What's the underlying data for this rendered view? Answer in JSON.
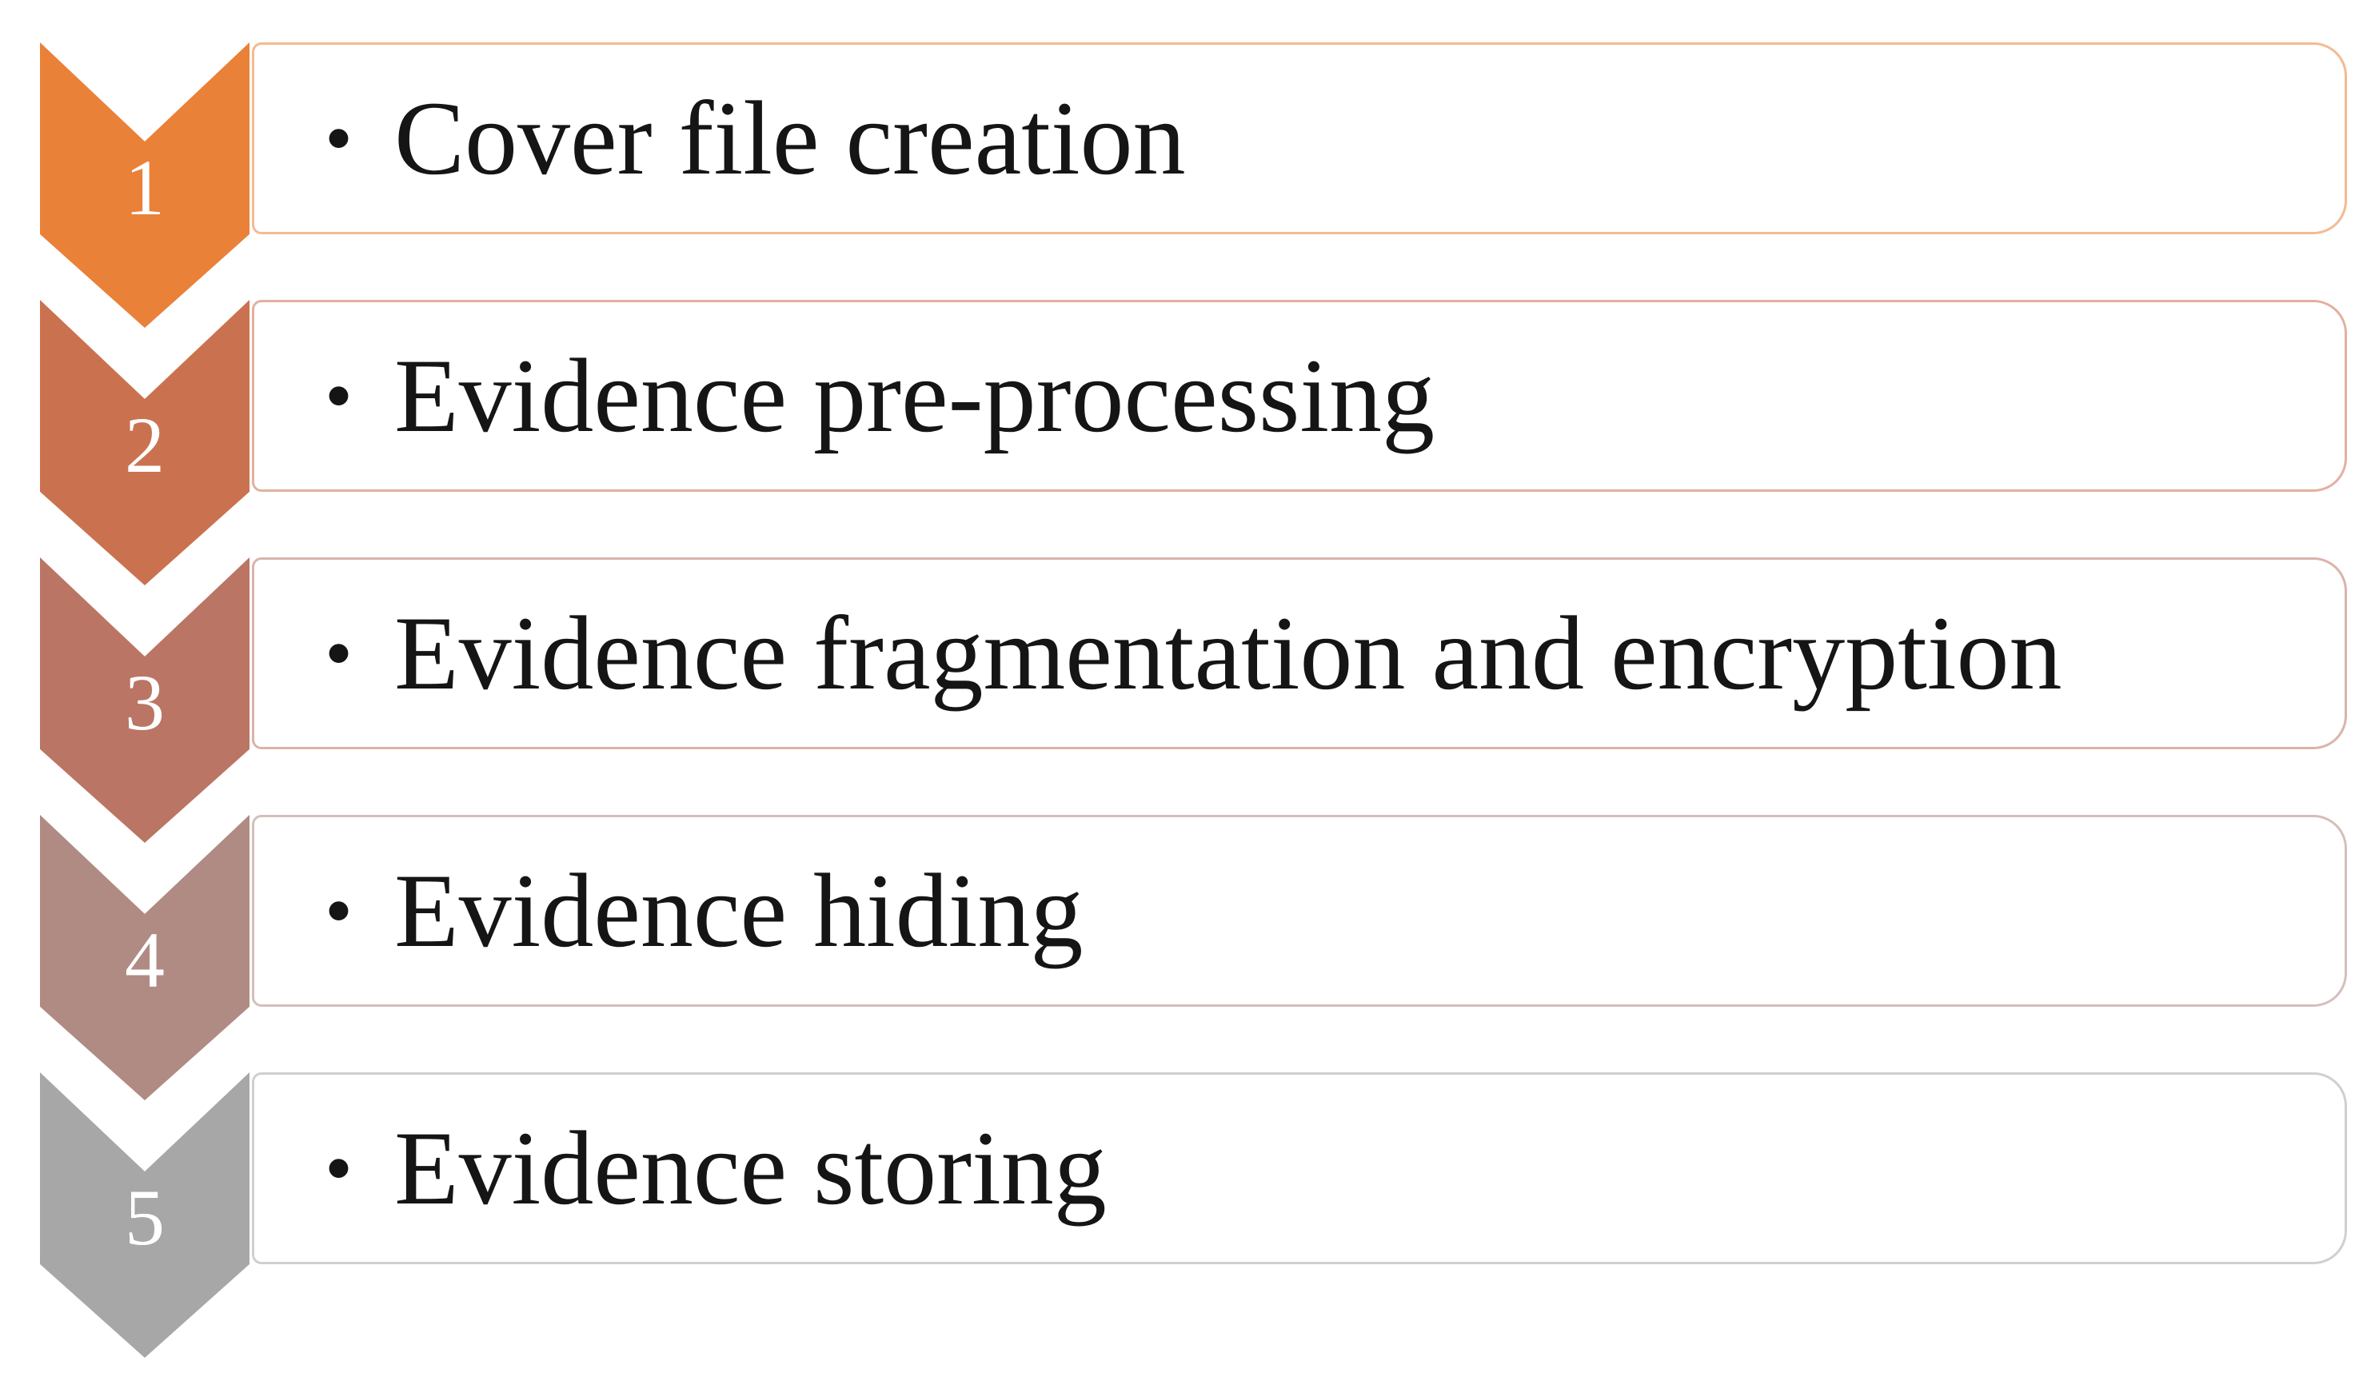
{
  "diagram": {
    "type": "vertical-chevron-process-list",
    "background_color": "#FFFFFF",
    "number_text_color": "#FFFFFF",
    "label_text_color": "#151515",
    "bullet_glyph": "•",
    "steps": [
      {
        "number": "1",
        "label": "Cover file creation",
        "chevron_color": "#E98139",
        "box_border_color": "#F3BA92"
      },
      {
        "number": "2",
        "label": "Evidence pre-processing",
        "chevron_color": "#CA724F",
        "box_border_color": "#E2B19E"
      },
      {
        "number": "3",
        "label": "Evidence fragmentation and encryption",
        "chevron_color": "#BB7564",
        "box_border_color": "#DAB3AA"
      },
      {
        "number": "4",
        "label": "Evidence hiding",
        "chevron_color": "#B08B83",
        "box_border_color": "#D4BFBB"
      },
      {
        "number": "5",
        "label": "Evidence storing",
        "chevron_color": "#A7A7A7",
        "box_border_color": "#CFCFCF"
      }
    ]
  }
}
